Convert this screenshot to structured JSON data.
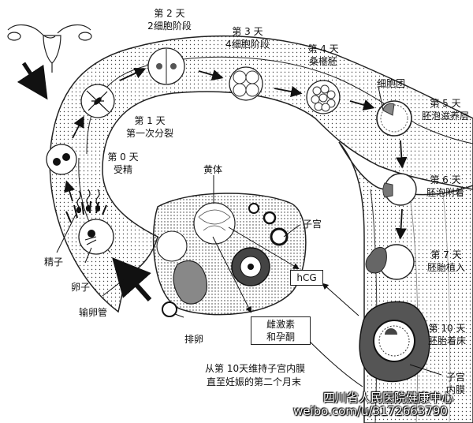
{
  "labels": {
    "day2": "第 2 天",
    "day2_sub": "2细胞阶段",
    "day3": "第 3 天",
    "day3_sub": "4细胞阶段",
    "day4": "第 4 天",
    "day4_sub": "桑椹胚",
    "cell_mass": "细胞团",
    "day5": "第 5 天",
    "day5_sub": "胚泡滋养层",
    "day1": "第 1 天",
    "day1_sub": "第一次分裂",
    "day0": "第 0 天",
    "day0_sub": "受精",
    "corpus_luteum": "黄体",
    "day6": "第 6 天",
    "day6_sub": "胚泡附着",
    "uterus": "子宫",
    "sperm": "精子",
    "day7": "第 7 天",
    "day7_sub": "胚胎植入",
    "egg": "卵子",
    "hcg": "hCG",
    "oviduct": "输卵管",
    "hormones_1": "雌激素",
    "hormones_2": "和孕酮",
    "ovulation": "排卵",
    "day10": "第 10 天",
    "day10_sub": "胚胎着床",
    "note_1": "从第 10天维持子宫内膜",
    "note_2": "直至妊娠的第二个月末",
    "endometrium_1": "子宫",
    "endometrium_2": "内膜"
  },
  "watermark": {
    "line1": "四川省人民医院健康中心",
    "line2": "weibo.com/u/3172663790"
  }
}
